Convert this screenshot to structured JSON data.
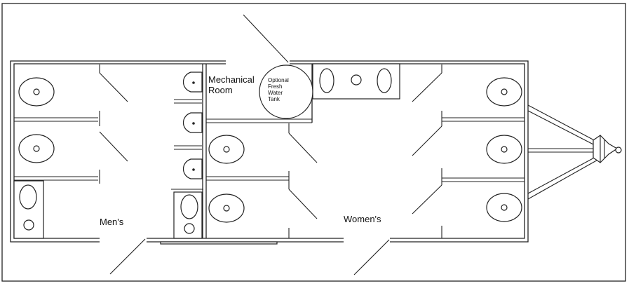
{
  "labels": {
    "mechanical_room_line1": "Mechanical",
    "mechanical_room_line2": "Room",
    "tank_line1": "Optional",
    "tank_line2": "Fresh",
    "tank_line3": "Water",
    "tank_line4": "Tank",
    "mens": "Men's",
    "womens": "Women's"
  }
}
